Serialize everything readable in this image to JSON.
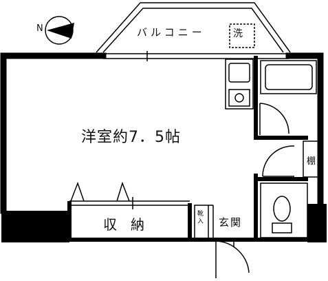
{
  "compass": {
    "label": "N"
  },
  "balcony": {
    "label": "バルコニー"
  },
  "washer": {
    "label": "洗"
  },
  "room": {
    "label": "洋室約7．5帖"
  },
  "closet": {
    "label": "収　納"
  },
  "shoe_box": {
    "label": "靴入"
  },
  "entrance": {
    "label": "玄関"
  },
  "shelf": {
    "label": "棚"
  }
}
